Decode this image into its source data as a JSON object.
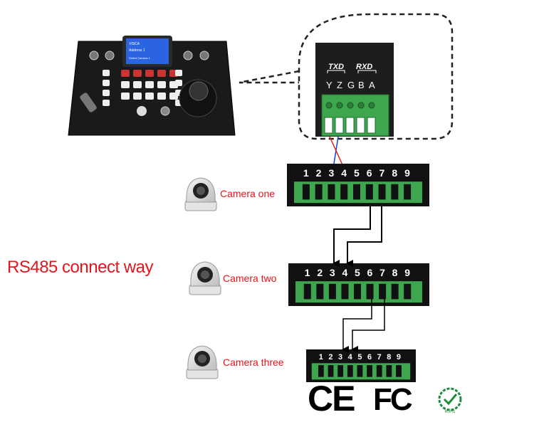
{
  "diagram": {
    "title": "RS485 connect way",
    "cameras": [
      {
        "label": "Camera one"
      },
      {
        "label": "Camera two"
      },
      {
        "label": "Camera three"
      }
    ],
    "terminal_pins": [
      "1",
      "2",
      "3",
      "4",
      "5",
      "6",
      "7",
      "8",
      "9"
    ],
    "controller_port": {
      "txd_label": "TXD",
      "rxd_label": "RXD",
      "pins": [
        "Y",
        "Z",
        "G",
        "B",
        "A"
      ]
    },
    "controller_screen": {
      "line1": "VISCA",
      "line2": "Address 1",
      "line3": "Select Camera 1"
    },
    "certifications": {
      "ce": "CE",
      "fcc": "FC",
      "rohs": "ROHS"
    },
    "colors": {
      "title_red": "#e8141b",
      "terminal_green": "#3fa650",
      "wire_red": "#e0201b",
      "wire_blue": "#1c3fd6",
      "rohs_green": "#1b8c3c"
    }
  }
}
